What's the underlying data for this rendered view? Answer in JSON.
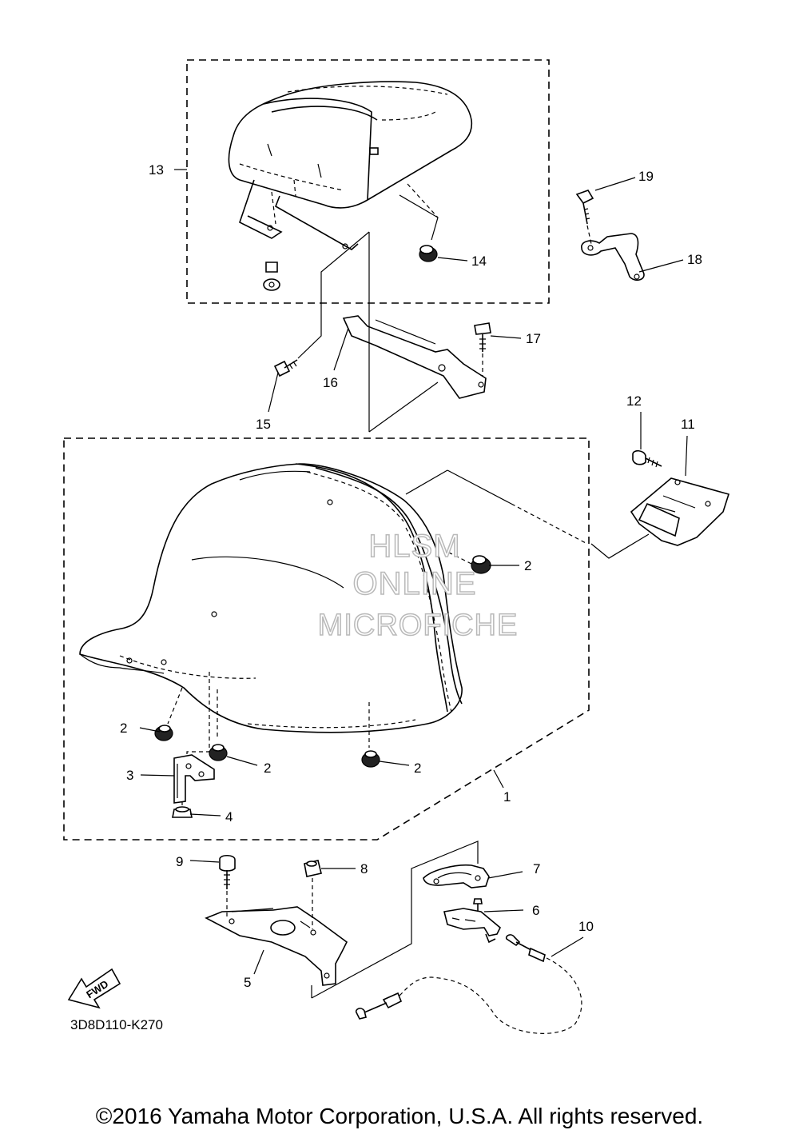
{
  "diagram_code": "3D8D110-K270",
  "fwd_label": "FWD",
  "watermark": {
    "line1": "HLSM",
    "line2": "ONLINE",
    "line3": "MICROFICHE"
  },
  "copyright": "©2016 Yamaha Motor Corporation, U.S.A. All rights reserved.",
  "callouts": {
    "c1": "1",
    "c2a": "2",
    "c2b": "2",
    "c2c": "2",
    "c2d": "2",
    "c3": "3",
    "c4": "4",
    "c5": "5",
    "c6": "6",
    "c7": "7",
    "c8": "8",
    "c9": "9",
    "c10": "10",
    "c11": "11",
    "c12": "12",
    "c13": "13",
    "c14": "14",
    "c15": "15",
    "c16": "16",
    "c17": "17",
    "c18": "18",
    "c19": "19"
  }
}
